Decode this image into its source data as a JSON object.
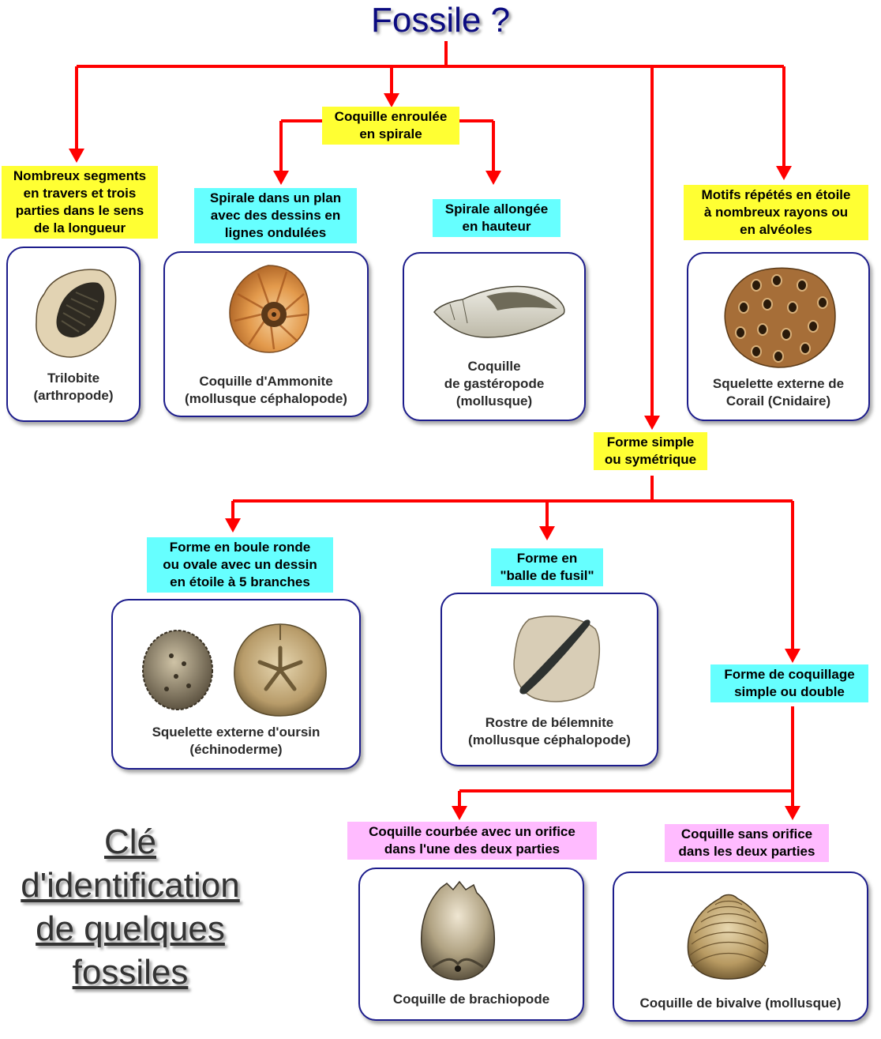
{
  "title": "Fossile ?",
  "key_title": [
    "Clé ",
    "d'identification ",
    "de quelques ",
    "fossiles"
  ],
  "colors": {
    "arrow": "#ff0000",
    "criterion_yellow": "#ffff33",
    "criterion_cyan": "#66ffff",
    "criterion_pink": "#ffbbff",
    "card_border": "#1c1c8c",
    "title": "#0b0b80"
  },
  "criteria": {
    "segments": [
      "Nombreux segments",
      "en travers et trois",
      "parties dans le sens",
      "de la longueur"
    ],
    "spiral": [
      "Coquille enroulée",
      "en spirale"
    ],
    "spiral_plane": [
      "Spirale dans un plan",
      "avec des dessins en",
      "lignes ondulées"
    ],
    "spiral_tall": [
      "Spirale allongée",
      "en hauteur"
    ],
    "star": [
      "Motifs répétés en étoile",
      "à nombreux rayons ou",
      "en alvéoles"
    ],
    "simple": [
      "Forme simple",
      "ou symétrique"
    ],
    "ball": [
      "Forme en boule ronde",
      "ou ovale avec un dessin",
      "en étoile à 5 branches"
    ],
    "bullet": [
      "Forme en",
      "\"balle de fusil\""
    ],
    "shell": [
      "Forme de coquillage",
      "simple ou double"
    ],
    "curved_orifice": [
      "Coquille courbée avec un orifice",
      "dans l'une des deux parties"
    ],
    "no_orifice": [
      "Coquille sans orifice",
      "dans les deux parties"
    ]
  },
  "fossils": {
    "trilobite": [
      "Trilobite",
      "(arthropode)"
    ],
    "ammonite": [
      "Coquille d'Ammonite",
      "(mollusque céphalopode)"
    ],
    "gastropod": [
      "Coquille",
      "de gastéropode",
      "(mollusque)"
    ],
    "coral": [
      "Squelette externe de",
      "Corail (Cnidaire)"
    ],
    "urchin": [
      "Squelette externe d'oursin",
      "(échinoderme)"
    ],
    "belemnite": [
      "Rostre de bélemnite",
      "(mollusque céphalopode)"
    ],
    "brachiopod": [
      "Coquille de brachiopode"
    ],
    "bivalve": [
      "Coquille de bivalve (mollusque)"
    ]
  }
}
